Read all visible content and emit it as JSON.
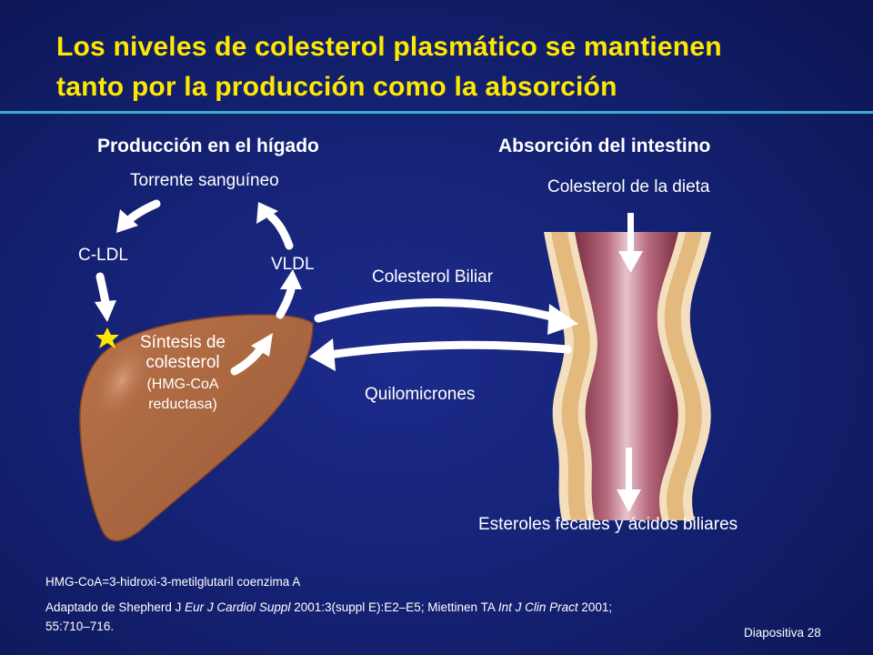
{
  "slide": {
    "title_line1": "Los niveles de colesterol plasmático se mantienen",
    "title_line2": "tanto por la producción como la absorción",
    "slide_number": "Diapositiva 28"
  },
  "liver_section": {
    "heading": "Producción en el hígado",
    "bloodstream": "Torrente sanguíneo",
    "ldl": "C-LDL",
    "vldl": "VLDL",
    "synthesis_line1": "Síntesis de",
    "synthesis_line2": "colesterol",
    "synthesis_line3": "(HMG-CoA",
    "synthesis_line4": "reductasa)"
  },
  "intestine_section": {
    "heading": "Absorción del intestino",
    "dietary": "Colesterol de la dieta",
    "biliary": "Colesterol Biliar",
    "chylomicrons": "Quilomicrones",
    "fecal": "Esteroles fecales y ácidos biliares"
  },
  "footnotes": {
    "abbreviation": "HMG-CoA=3-hidroxi-3-metilglutaril coenzima A",
    "ref_prefix": "Adaptado de Shepherd J ",
    "ref_journal1": "Eur J Cardiol Suppl",
    "ref_mid": " 2001:3(suppl E):E2–E5; Miettinen TA ",
    "ref_journal2": "Int J Clin Pract",
    "ref_suffix": " 2001;",
    "ref_line2": "55:710–716."
  },
  "colors": {
    "title": "#ffe800",
    "background": "#13206f",
    "rule": "#33b2c9",
    "liver": "#a8643f",
    "intestine_wall": "#e3b97e",
    "intestine_lumen": "#9a4258"
  }
}
